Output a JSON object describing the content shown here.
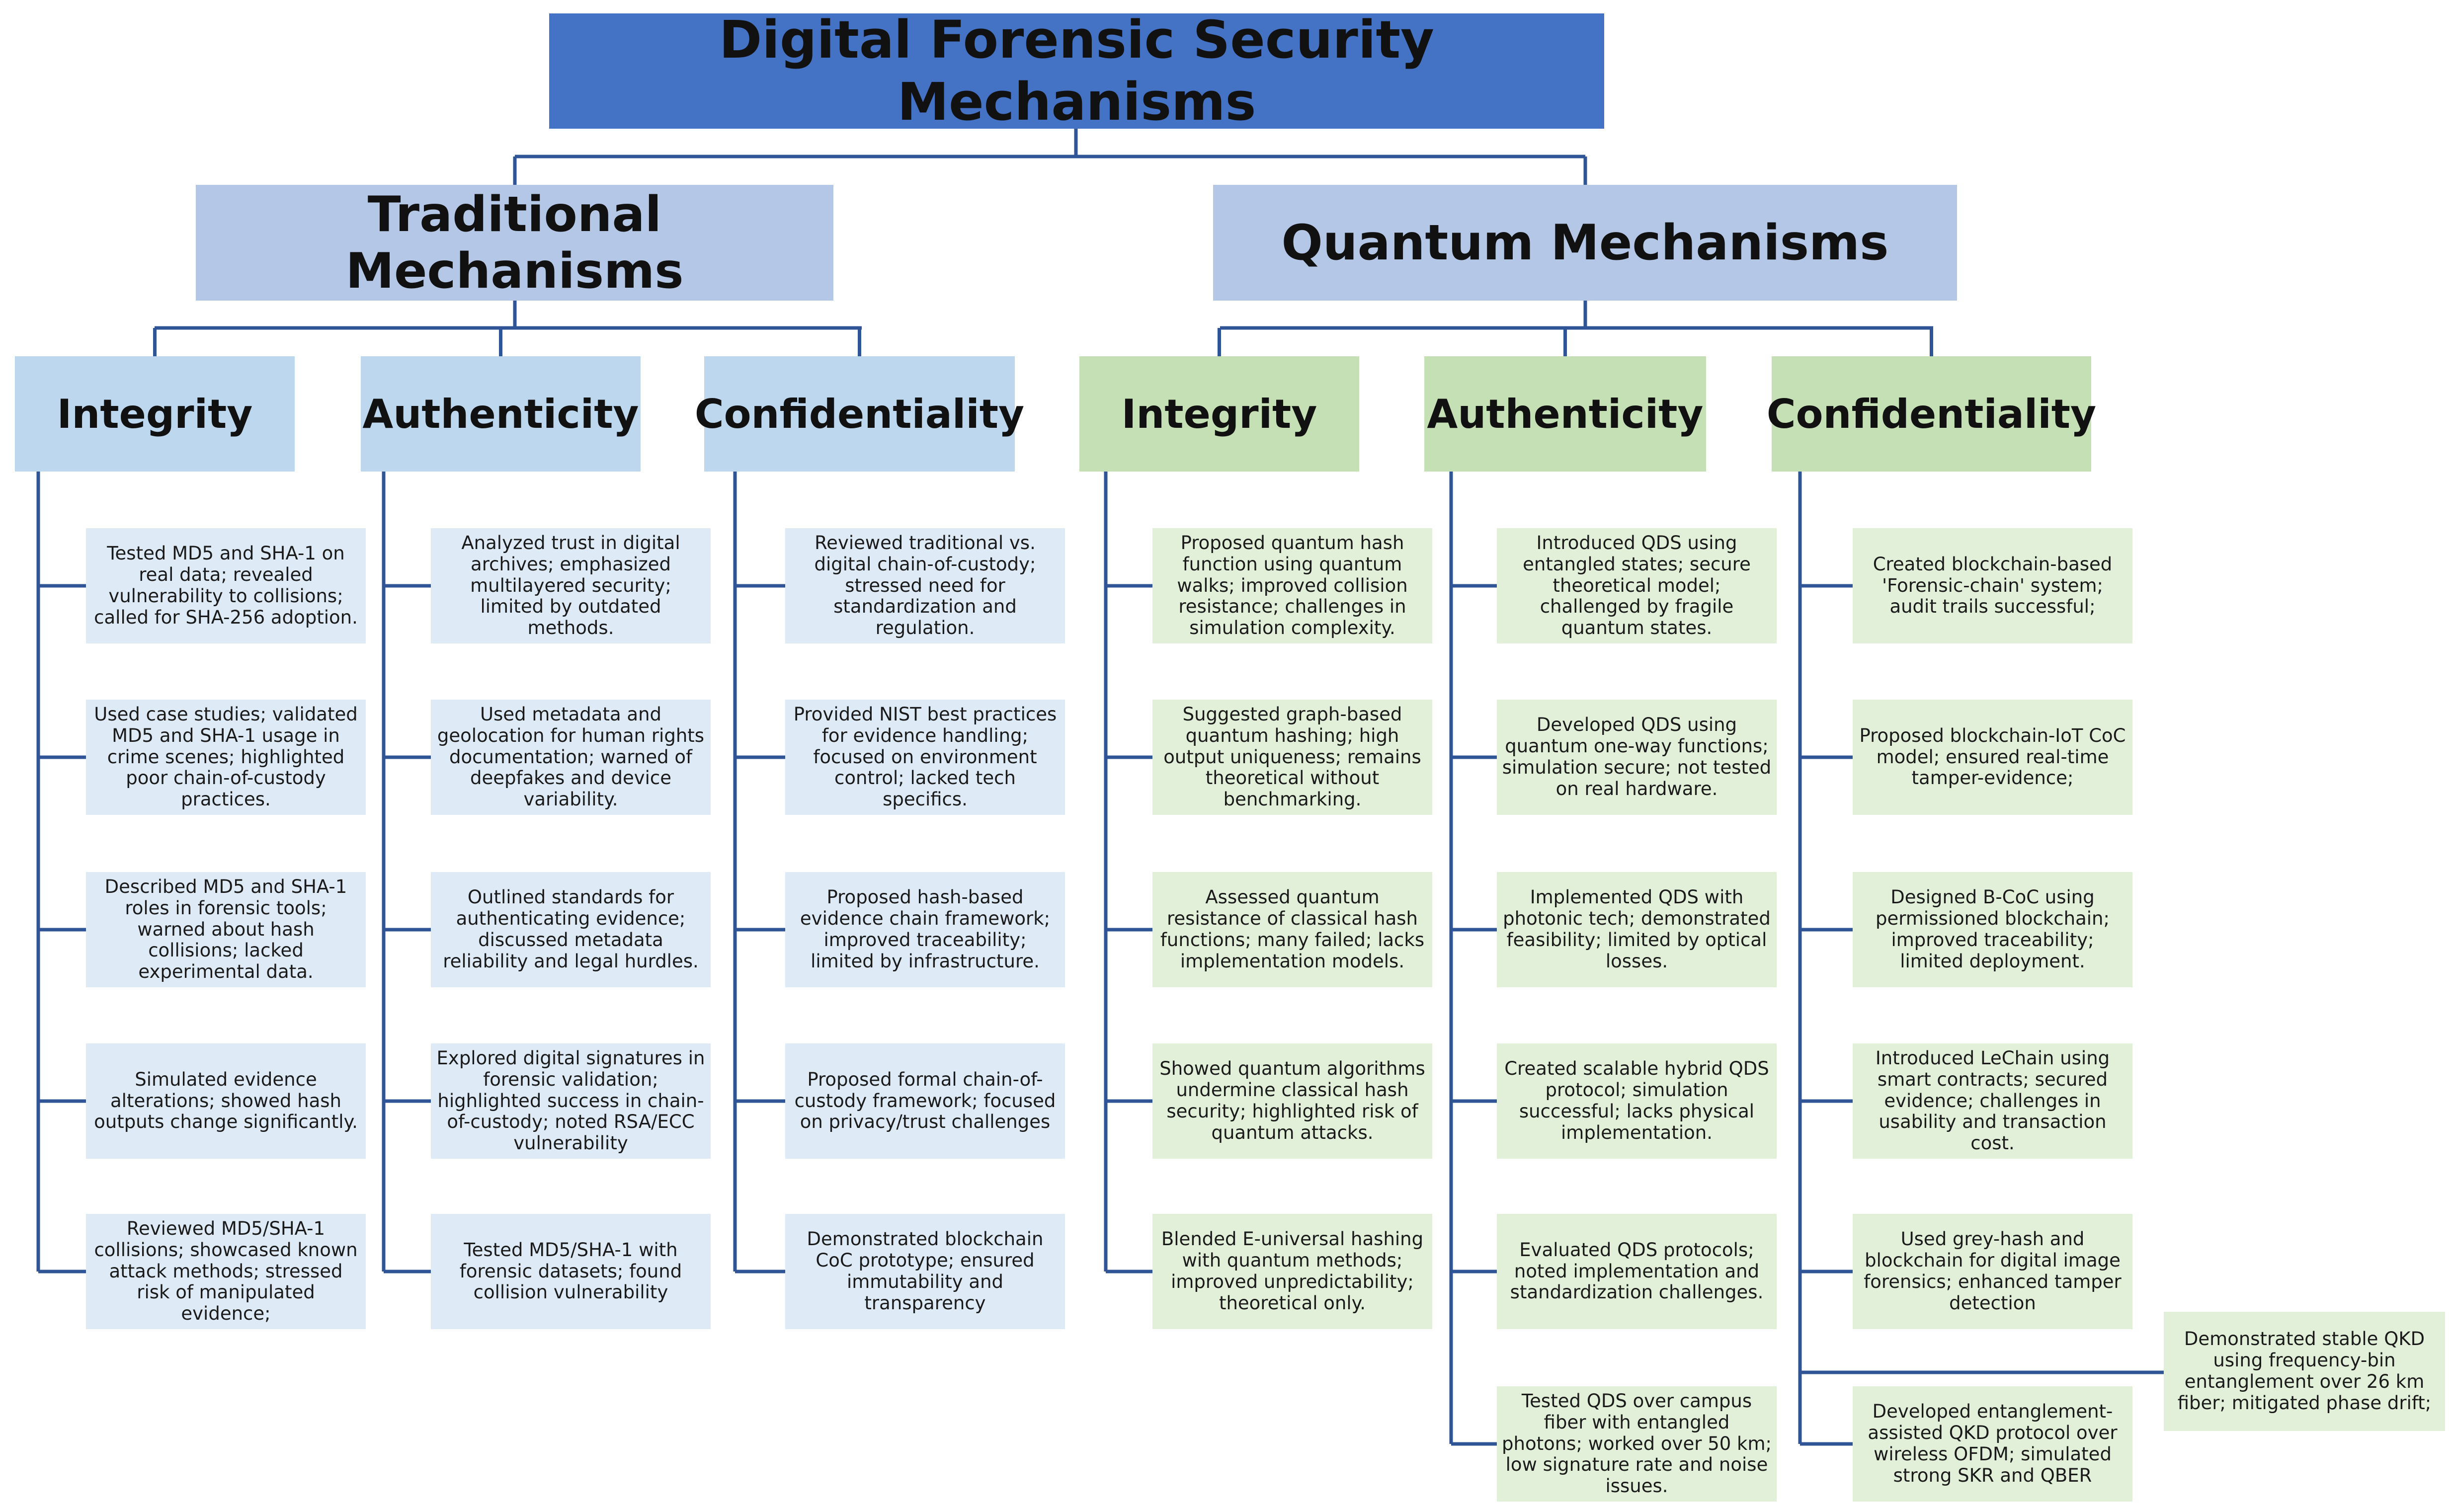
{
  "title": "Digital Forensic Security Mechanisms",
  "branches": [
    {
      "name": "Traditional Mechanisms",
      "categories": [
        {
          "name": "Integrity",
          "items": [
            "Tested MD5 and SHA-1 on real data; revealed vulnerability to collisions; called for SHA-256 adoption.",
            "Used case studies; validated MD5 and SHA-1 usage in crime scenes; highlighted poor chain-of-custody practices.",
            "Described MD5 and SHA-1 roles in forensic tools; warned about hash collisions; lacked experimental data.",
            "Simulated evidence alterations; showed hash outputs change significantly.",
            "Reviewed MD5/SHA-1 collisions; showcased known attack methods; stressed risk of manipulated evidence;"
          ]
        },
        {
          "name": "Authenticity",
          "items": [
            "Analyzed trust in digital archives; emphasized multilayered security; limited by outdated methods.",
            "Used metadata and geolocation for human rights documentation; warned of deepfakes and device variability.",
            "Outlined standards for authenticating evidence; discussed metadata reliability and legal hurdles.",
            "Explored digital signatures in forensic validation; highlighted success in chain-of-custody; noted RSA/ECC vulnerability",
            "Tested MD5/SHA-1 with forensic datasets; found collision vulnerability"
          ]
        },
        {
          "name": "Confidentiality",
          "items": [
            "Reviewed traditional vs. digital chain-of-custody; stressed need for standardization and regulation.",
            "Provided NIST best practices for evidence handling; focused on environment control; lacked tech specifics.",
            "Proposed hash-based evidence chain framework; improved traceability; limited by infrastructure.",
            "Proposed formal chain-of-custody framework; focused on privacy/trust challenges",
            "Demonstrated blockchain CoC prototype; ensured immutability and transparency"
          ]
        }
      ]
    },
    {
      "name": "Quantum Mechanisms",
      "categories": [
        {
          "name": "Integrity",
          "items": [
            "Proposed quantum hash function using quantum walks; improved collision resistance; challenges in simulation complexity.",
            "Suggested graph-based quantum hashing; high output uniqueness; remains theoretical without benchmarking.",
            "Assessed quantum resistance of classical hash functions; many failed; lacks implementation models.",
            "Showed quantum algorithms undermine classical hash security; highlighted risk of quantum attacks.",
            "Blended E-universal hashing with quantum methods; improved unpredictability; theoretical only."
          ]
        },
        {
          "name": "Authenticity",
          "items": [
            "Introduced QDS using entangled states; secure theoretical model; challenged by fragile quantum states.",
            "Developed QDS using quantum one-way functions; simulation secure; not tested on real hardware.",
            "Implemented QDS with photonic tech; demonstrated feasibility; limited by optical losses.",
            "Created scalable hybrid QDS protocol; simulation successful; lacks physical implementation.",
            "Evaluated QDS protocols; noted implementation and standardization challenges.",
            "Tested QDS over campus fiber with entangled photons; worked over 50 km; low signature rate and noise issues."
          ]
        },
        {
          "name": "Confidentiality",
          "items": [
            "Created blockchain-based 'Forensic-chain' system; audit trails successful;",
            "Proposed blockchain-IoT CoC model; ensured real-time tamper-evidence;",
            "Designed B-CoC using permissioned blockchain; improved traceability; limited deployment.",
            "Introduced LeChain using smart contracts; secured evidence; challenges in usability and transaction cost.",
            "Used grey-hash and blockchain for digital image forensics; enhanced tamper detection",
            "Developed entanglement-assisted QKD protocol over wireless OFDM; simulated strong SKR and QBER",
            "Demonstrated stable QKD using frequency-bin entanglement over 26 km fiber; mitigated phase drift;"
          ]
        }
      ]
    }
  ]
}
